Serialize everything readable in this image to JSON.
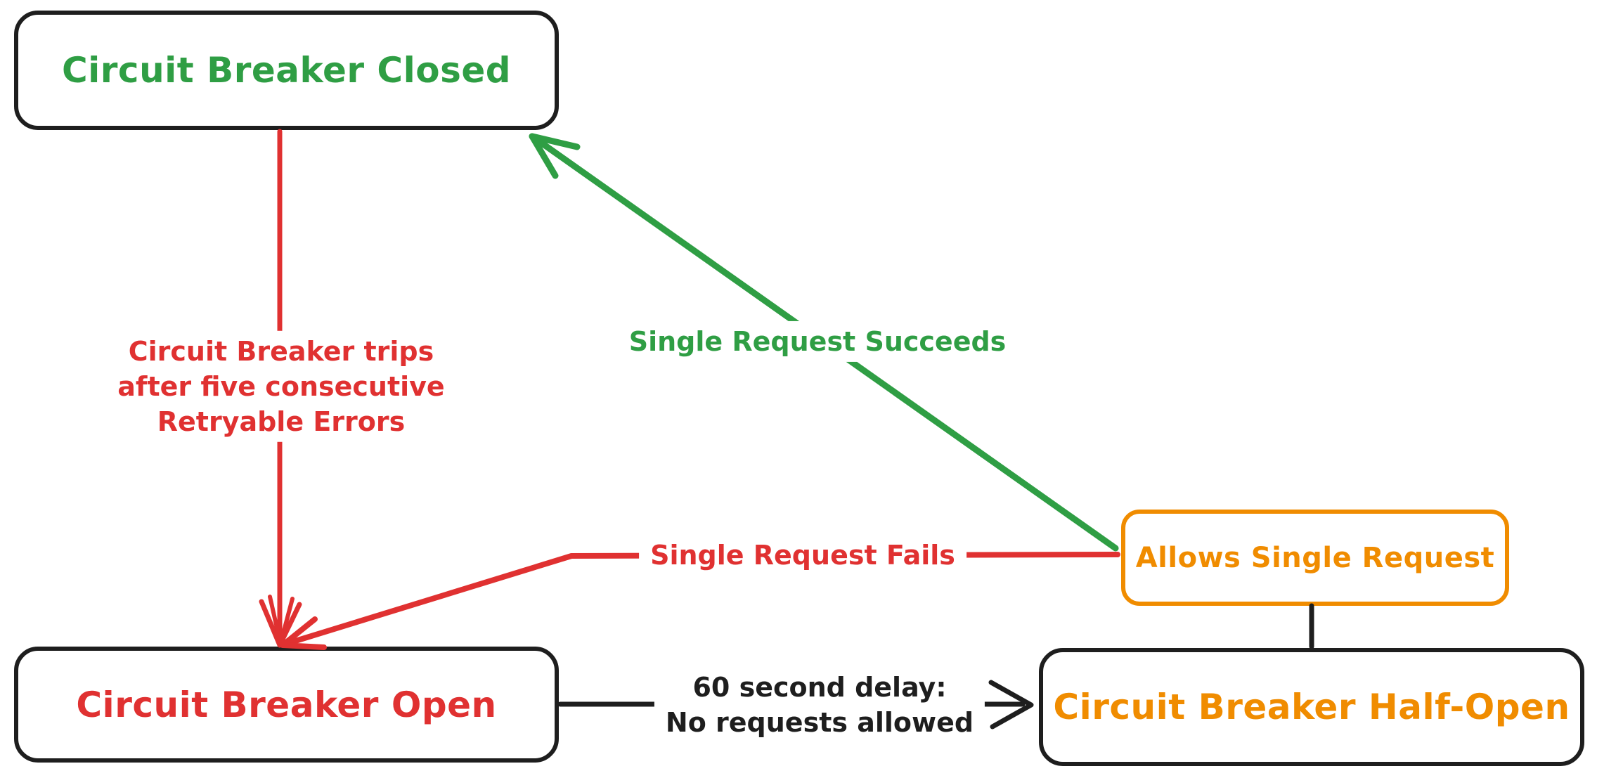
{
  "colors": {
    "green": "#2f9e44",
    "red": "#e03131",
    "orange": "#f08c00",
    "ink": "#1e1e1e",
    "background": "#ffffff"
  },
  "nodes": {
    "closed": {
      "label": "Circuit Breaker Closed",
      "text_color": "#2f9e44",
      "border_color": "#1e1e1e"
    },
    "open": {
      "label": "Circuit Breaker Open",
      "text_color": "#e03131",
      "border_color": "#1e1e1e"
    },
    "half_open": {
      "label": "Circuit Breaker Half-Open",
      "text_color": "#f08c00",
      "border_color": "#1e1e1e"
    },
    "allows_single_request": {
      "label": "Allows Single Request",
      "text_color": "#f08c00",
      "border_color": "#f08c00"
    }
  },
  "edges": {
    "trips": {
      "from": "closed",
      "to": "open",
      "color": "#e03131",
      "lines": [
        "Circuit Breaker trips",
        "after five consecutive",
        "Retryable Errors"
      ]
    },
    "succeeds": {
      "from": "allows_single_request",
      "to": "closed",
      "color": "#2f9e44",
      "label": "Single Request Succeeds"
    },
    "fails": {
      "from": "allows_single_request",
      "to": "open",
      "color": "#e03131",
      "label": "Single Request Fails"
    },
    "delay": {
      "from": "open",
      "to": "half_open",
      "color": "#1e1e1e",
      "lines": [
        "60 second delay:",
        "No requests allowed"
      ]
    },
    "allows_link": {
      "from": "allows_single_request",
      "to": "half_open",
      "color": "#1e1e1e"
    }
  }
}
